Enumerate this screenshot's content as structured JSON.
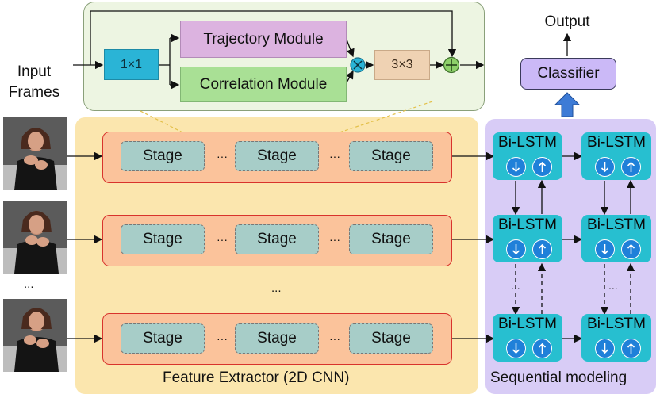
{
  "input_label": "Input\nFrames",
  "top_module": {
    "box_1x1": "1×1",
    "trajectory": "Trajectory Module",
    "correlation": "Correlation Module",
    "box_3x3": "3×3"
  },
  "output_label": "Output",
  "classifier_label": "Classifier",
  "stage_label": "Stage",
  "dots_small": "···",
  "dots_mid": "...",
  "bilstm_label": "Bi-LSTM",
  "feature_extractor_label": "Feature Extractor (2D CNN)",
  "sequential_label": "Sequential modeling",
  "left_dots": "...",
  "seq_dots": "..."
}
